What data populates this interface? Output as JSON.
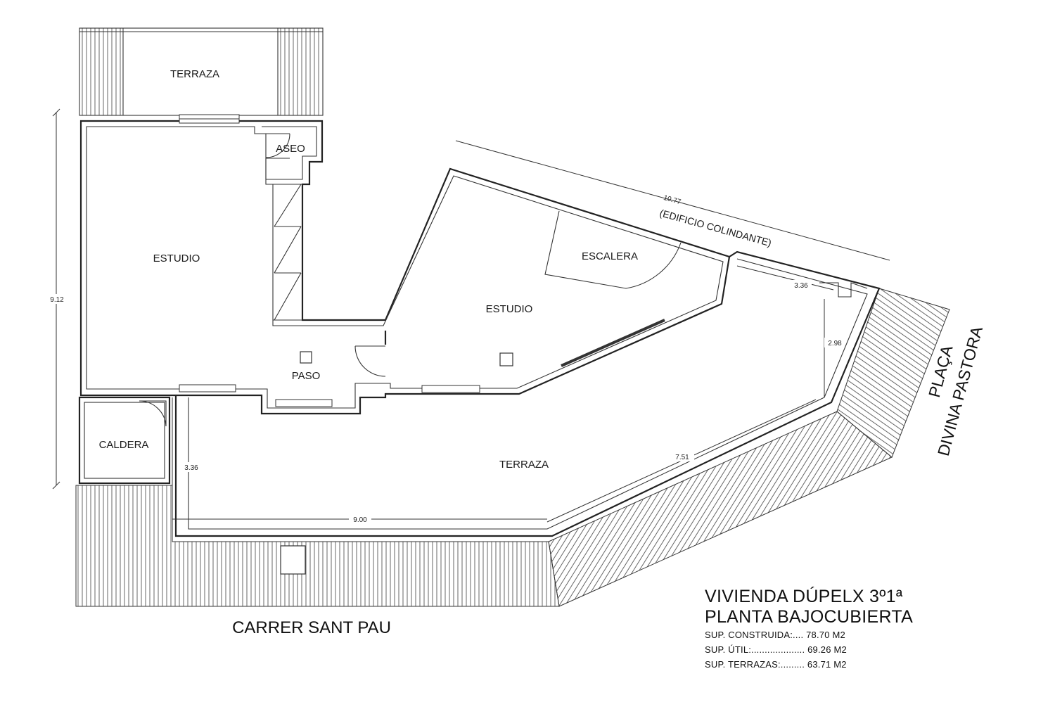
{
  "rooms": {
    "terraza_top": "TERRAZA",
    "aseo": "ASEO",
    "estudio_left": "ESTUDIO",
    "escalera": "ESCALERA",
    "estudio_center": "ESTUDIO",
    "paso": "PASO",
    "caldera": "CALDERA",
    "terraza_main": "TERRAZA"
  },
  "dimensions": {
    "left_height": "9.12",
    "top_diagonal": "10.77",
    "adjacent_note": "(EDIFICIO COLINDANTE)",
    "inner_top": "3.36",
    "right_side": "2.98",
    "diagonal_lower": "7.51",
    "left_terrace": "3.36",
    "bottom": "9.00"
  },
  "streets": {
    "bottom": "CARRER SANT PAU",
    "right_line1": "PLAÇA",
    "right_line2": "DIVINA PASTORA"
  },
  "info": {
    "title": "VIVIENDA DÚPELX 3º1ª",
    "subtitle": "PLANTA BAJOCUBIERTA",
    "sup_construida": "SUP. CONSTRUIDA:.... 78.70 M2",
    "sup_util": "SUP. ÚTIL:.................... 69.26 M2",
    "sup_terrazas": "SUP. TERRAZAS:......... 63.71 M2"
  }
}
